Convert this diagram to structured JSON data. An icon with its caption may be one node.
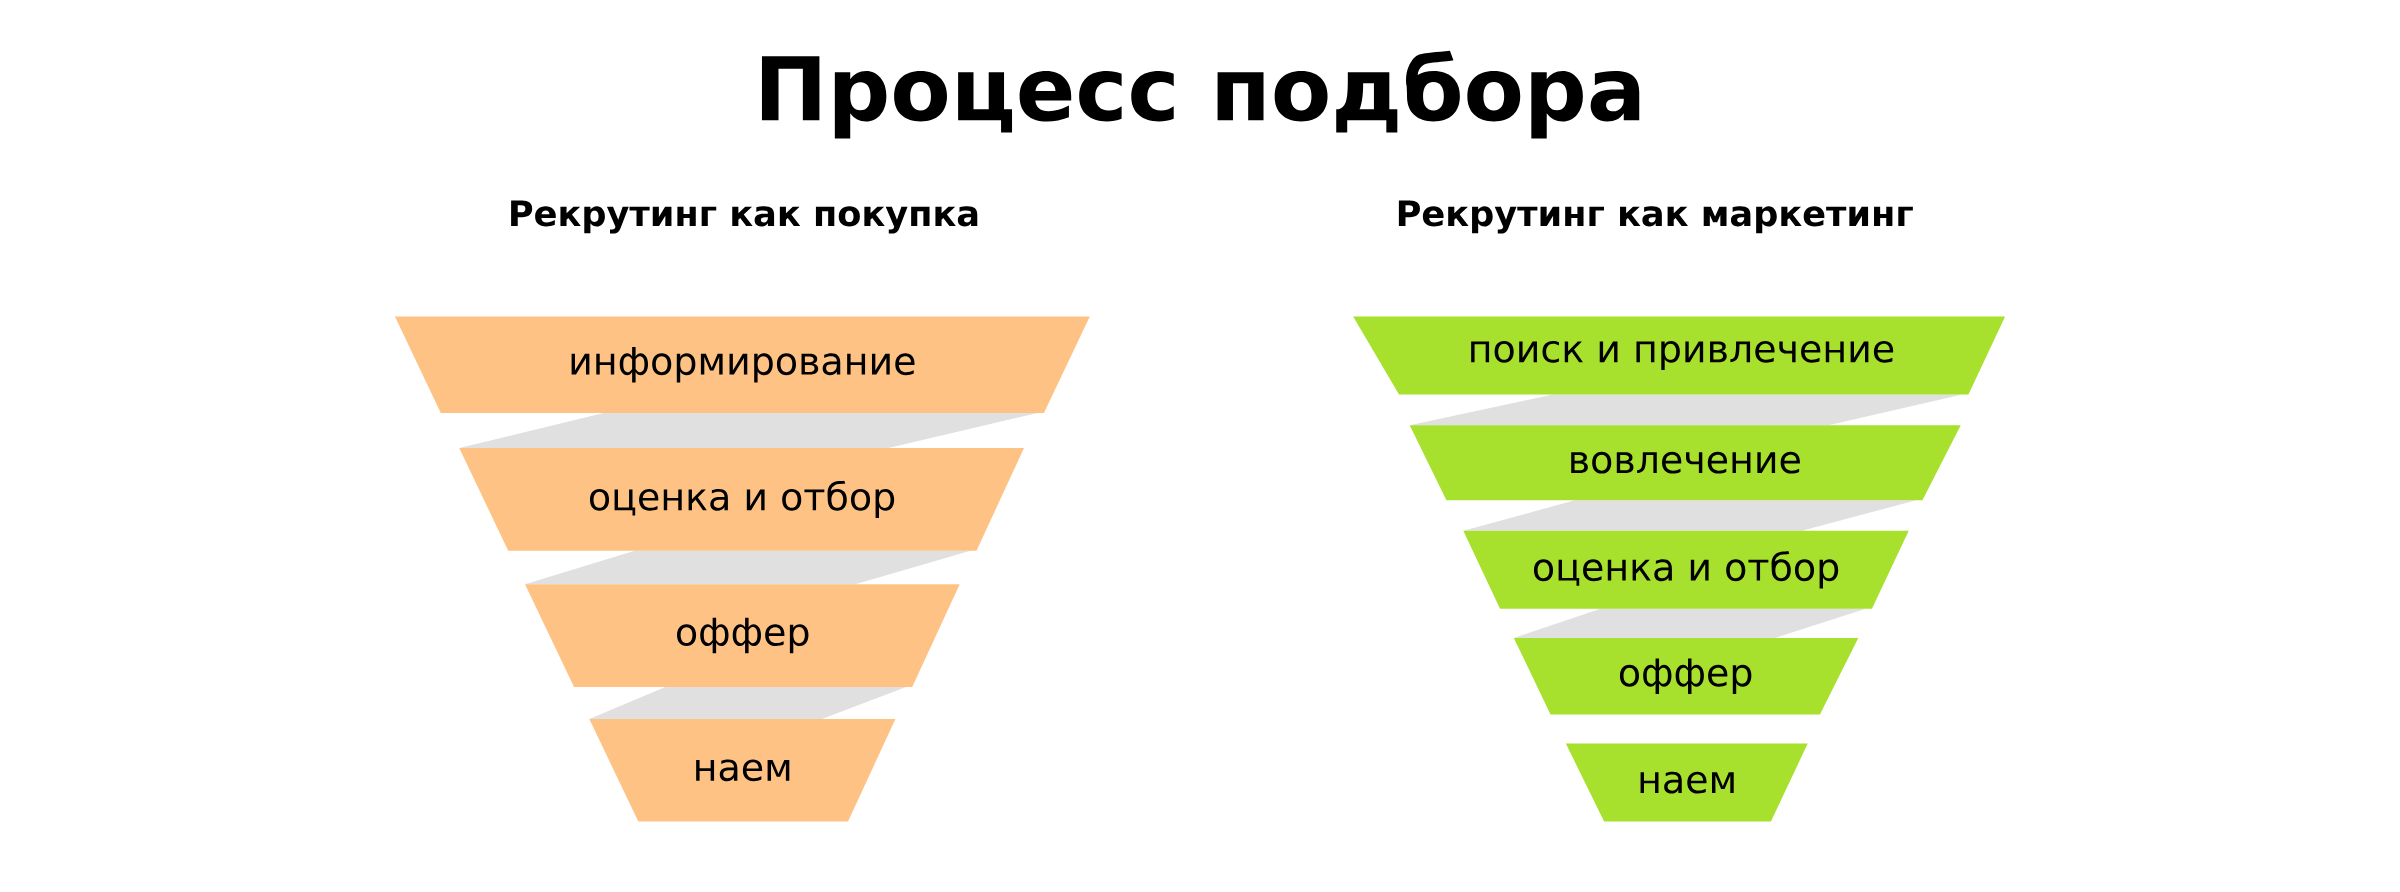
{
  "diagram": {
    "title": "Процесс подбора",
    "nodes": [
      {
        "text": [
          "информирование"
        ]
      },
      {
        "text": [
          "оценка и отбор"
        ]
      },
      {
        "text": [
          "оффер"
        ]
      },
      {
        "text": [
          "наем"
        ]
      },
      {
        "text": [
          "поиск и привлечение"
        ]
      },
      {
        "text": [
          "вовлечение"
        ]
      },
      {
        "text": [
          "оценка и отбор"
        ]
      },
      {
        "text": [
          "оффер"
        ]
      },
      {
        "text": [
          "наем"
        ]
      }
    ],
    "labels": [
      "Рекрутинг как покупка",
      "Рекрутинг как маркетинг"
    ]
  }
}
